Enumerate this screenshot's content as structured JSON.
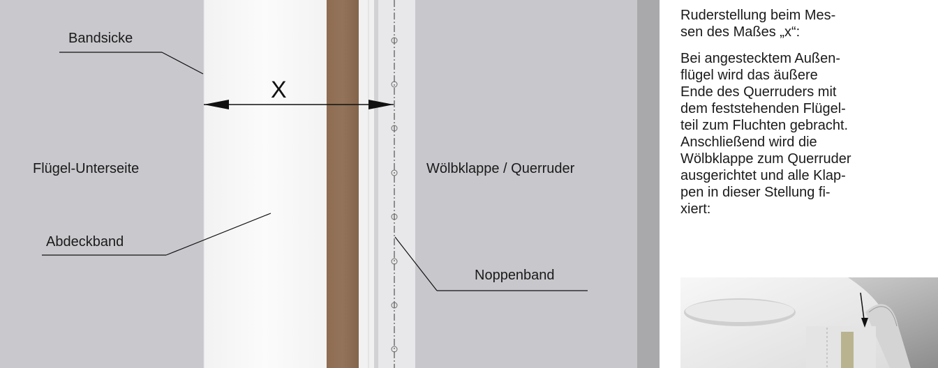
{
  "diagram": {
    "labels": {
      "bandsicke": "Bandsicke",
      "x": "X",
      "fluegel_unterseite": "Flügel-Unterseite",
      "abdeckband": "Abdeckband",
      "woelbklappe": "Wölbklappe / Querruder",
      "noppenband": "Noppenband"
    },
    "colors": {
      "wing_surface": "#c9c8cd",
      "masking_tape": "#f6f6f6",
      "brown_tape": "#8b6a4f",
      "flap_surface": "#c8c7cc",
      "edge_shadow": "#a9a9ac"
    }
  },
  "side_text": {
    "heading": "Ruderstellung beim Messen des Maßes „x“:",
    "body": "Bei angestecktem Außenflügel wird das äußere Ende des Querruders mit dem feststehenden Flügelteil zum Fluchten gebracht. Anschließend wird die Wölbklappe zum Querruder ausgerichtet und alle Klappen in dieser Stellung fixiert:"
  }
}
